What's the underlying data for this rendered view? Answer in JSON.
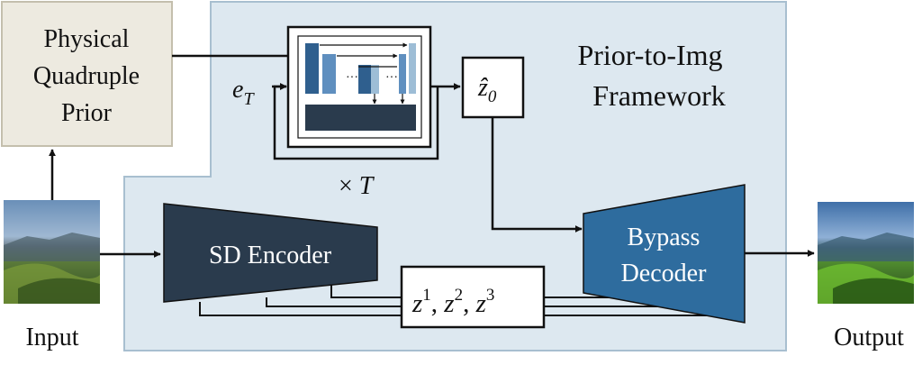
{
  "prior_box": {
    "lines": [
      "Physical",
      "Quadruple",
      "Prior"
    ]
  },
  "framework": {
    "lines": [
      "Prior-to-Img",
      "Framework"
    ]
  },
  "noise_label": {
    "base": "e",
    "sub": "T"
  },
  "z0_label": {
    "base": "ẑ",
    "sub": "0"
  },
  "repeat_label": {
    "prefix": "× ",
    "var": "T"
  },
  "encoder": {
    "label": "SD Encoder"
  },
  "decoder": {
    "lines": [
      "Bypass",
      "Decoder"
    ]
  },
  "latents": {
    "z": "z",
    "sep": ", ",
    "sup1": "1",
    "sup2": "2",
    "sup3": "3"
  },
  "input": {
    "label": "Input"
  },
  "output": {
    "label": "Output"
  },
  "colors": {
    "framework_bg": "#dde8f0",
    "framework_border": "#a8bfd0",
    "prior_bg": "#edeae0",
    "prior_border": "#c4bfad",
    "encoder_fill": "#2a3b4d",
    "decoder_fill": "#2e6c9e",
    "unet_light": "#5f8fbf",
    "unet_dark": "#2f5f8e",
    "unet_bar": "#2a3b4d",
    "line": "#111111"
  }
}
